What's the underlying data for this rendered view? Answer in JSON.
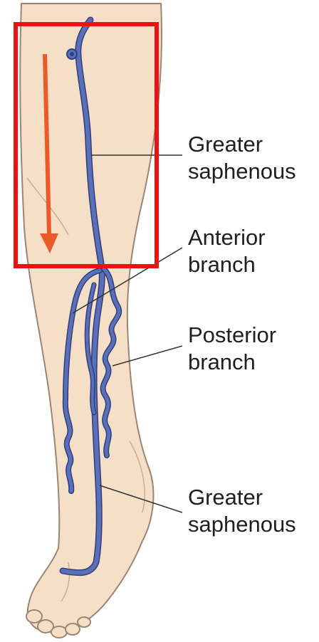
{
  "labels": {
    "greater_saphenous_upper": [
      "Greater",
      "saphenous"
    ],
    "anterior_branch": [
      "Anterior",
      "branch"
    ],
    "posterior_branch": [
      "Posterior",
      "branch"
    ],
    "greater_saphenous_lower": [
      "Greater",
      "saphenous"
    ]
  },
  "colors": {
    "skin": "#f6dfc7",
    "skin_outline": "#9b8675",
    "vein": "#5b6fb8",
    "vein_outline": "#2f3f7a",
    "highlight_box": "#ee1111",
    "arrow": "#ea5a2a",
    "leader_line": "#333333"
  },
  "annotations": {
    "highlight_box": "red-rectangle",
    "flow_arrow": "downward-arrow"
  }
}
